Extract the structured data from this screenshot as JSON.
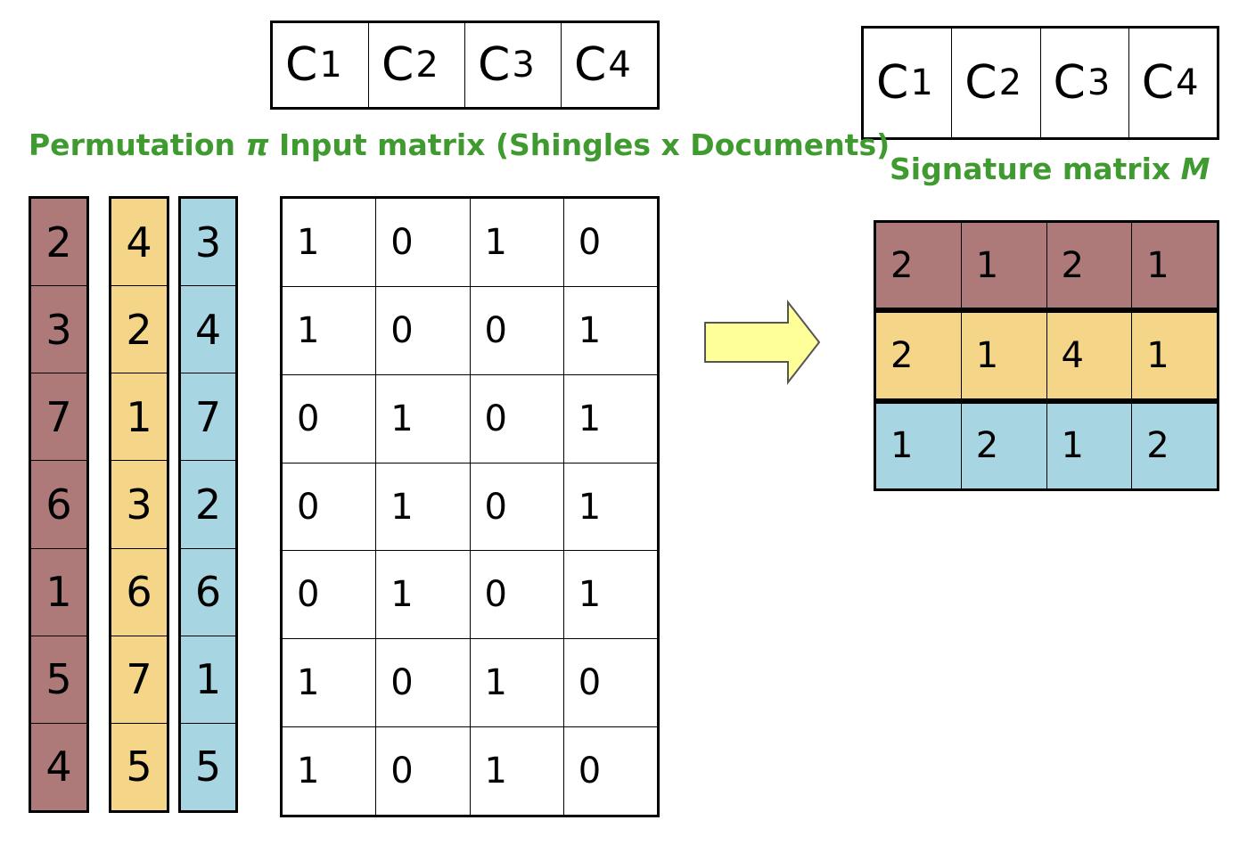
{
  "header_columns": [
    "C",
    "C",
    "C",
    "C"
  ],
  "header_subscripts": [
    "1",
    "2",
    "3",
    "4"
  ],
  "captions": {
    "permutation": "Permutation ",
    "permutation_symbol": "π",
    "input_matrix": "Input matrix (Shingles x Documents)",
    "signature": "Signature matrix ",
    "signature_symbol": "M"
  },
  "colors": {
    "red": "#ad7a79",
    "yellow": "#f5d689",
    "blue": "#a7d6e2",
    "caption_green": "#3f9a2f",
    "arrow_fill": "#ffff99"
  },
  "permutations": [
    {
      "color": "red",
      "values": [
        "2",
        "3",
        "7",
        "6",
        "1",
        "5",
        "4"
      ]
    },
    {
      "color": "yellow",
      "values": [
        "4",
        "2",
        "1",
        "3",
        "6",
        "7",
        "5"
      ]
    },
    {
      "color": "blue",
      "values": [
        "3",
        "4",
        "7",
        "2",
        "6",
        "1",
        "5"
      ]
    }
  ],
  "input_matrix": [
    [
      "1",
      "0",
      "1",
      "0"
    ],
    [
      "1",
      "0",
      "0",
      "1"
    ],
    [
      "0",
      "1",
      "0",
      "1"
    ],
    [
      "0",
      "1",
      "0",
      "1"
    ],
    [
      "0",
      "1",
      "0",
      "1"
    ],
    [
      "1",
      "0",
      "1",
      "0"
    ],
    [
      "1",
      "0",
      "1",
      "0"
    ]
  ],
  "signature_matrix": [
    {
      "color": "red",
      "values": [
        "2",
        "1",
        "2",
        "1"
      ]
    },
    {
      "color": "yellow",
      "values": [
        "2",
        "1",
        "4",
        "1"
      ]
    },
    {
      "color": "blue",
      "values": [
        "1",
        "2",
        "1",
        "2"
      ]
    }
  ],
  "arrow_icon": "right-arrow-icon"
}
